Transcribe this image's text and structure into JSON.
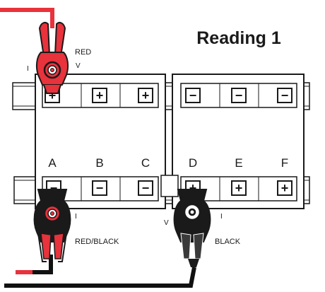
{
  "title": "Reading 1",
  "clip_labels": {
    "top_clip": "RED",
    "bottom_left_clip": "RED/BLACK",
    "bottom_right_clip": "BLACK"
  },
  "clip_marks": {
    "top_clip_left": "I",
    "top_clip_right": "V",
    "bottom_left_clip_right": "I",
    "bottom_right_clip_left": "V",
    "bottom_right_clip_right": "I"
  },
  "terminal_letters": [
    "A",
    "B",
    "C",
    "D",
    "E",
    "F"
  ],
  "top_left_module_signs": [
    "+",
    "+",
    "+"
  ],
  "top_right_module_signs": [
    "−",
    "−",
    "−"
  ],
  "bottom_left_module_signs": [
    "−",
    "−",
    "−"
  ],
  "bottom_right_module_signs": [
    "+",
    "+",
    "+"
  ],
  "colors": {
    "red_lead": "#e8323c",
    "black_lead": "#111111",
    "clip_red": "#e8323c",
    "clip_black": "#1a1a1a",
    "outline": "#1a1a1a"
  }
}
